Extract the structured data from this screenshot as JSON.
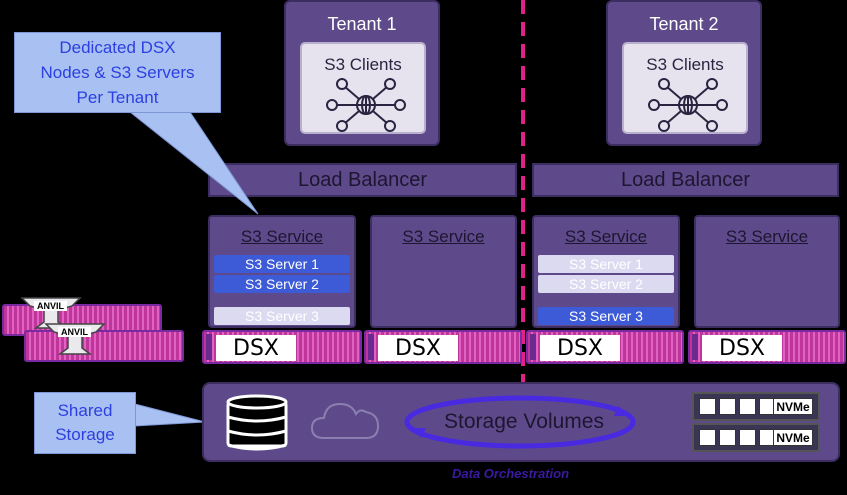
{
  "tenants": [
    {
      "title": "Tenant 1",
      "clients": "S3 Clients"
    },
    {
      "title": "Tenant 2",
      "clients": "S3 Clients"
    }
  ],
  "load_balancer": "Load Balancer",
  "services": [
    {
      "title": "S3 Service",
      "servers": [
        {
          "label": "S3 Server 1",
          "active": true
        },
        {
          "label": "S3 Server 2",
          "active": true
        },
        {
          "label": "S3 Server 3",
          "active": false
        }
      ]
    },
    {
      "title": "S3 Service"
    },
    {
      "title": "S3 Service",
      "servers": [
        {
          "label": "S3 Server 1",
          "active": false
        },
        {
          "label": "S3 Server 2",
          "active": false
        },
        {
          "label": "S3 Server 3",
          "active": true
        }
      ]
    },
    {
      "title": "S3 Service"
    }
  ],
  "dsx_label": "DSX",
  "callout_dedicated": "Dedicated DSX Nodes & S3 Servers Per Tenant",
  "callout_shared": "Shared Storage",
  "storage_volumes": "Storage Volumes",
  "nvme_label": "NVMe",
  "data_orchestration": "Data Orchestration",
  "anvil_label": "ANVIL",
  "colors": {
    "divider": "#e0218a",
    "active_server": "#3d5bd6",
    "idle_server": "#dcdaf0",
    "panel": "#5e4a8a",
    "callout": "#a9c0f2"
  }
}
